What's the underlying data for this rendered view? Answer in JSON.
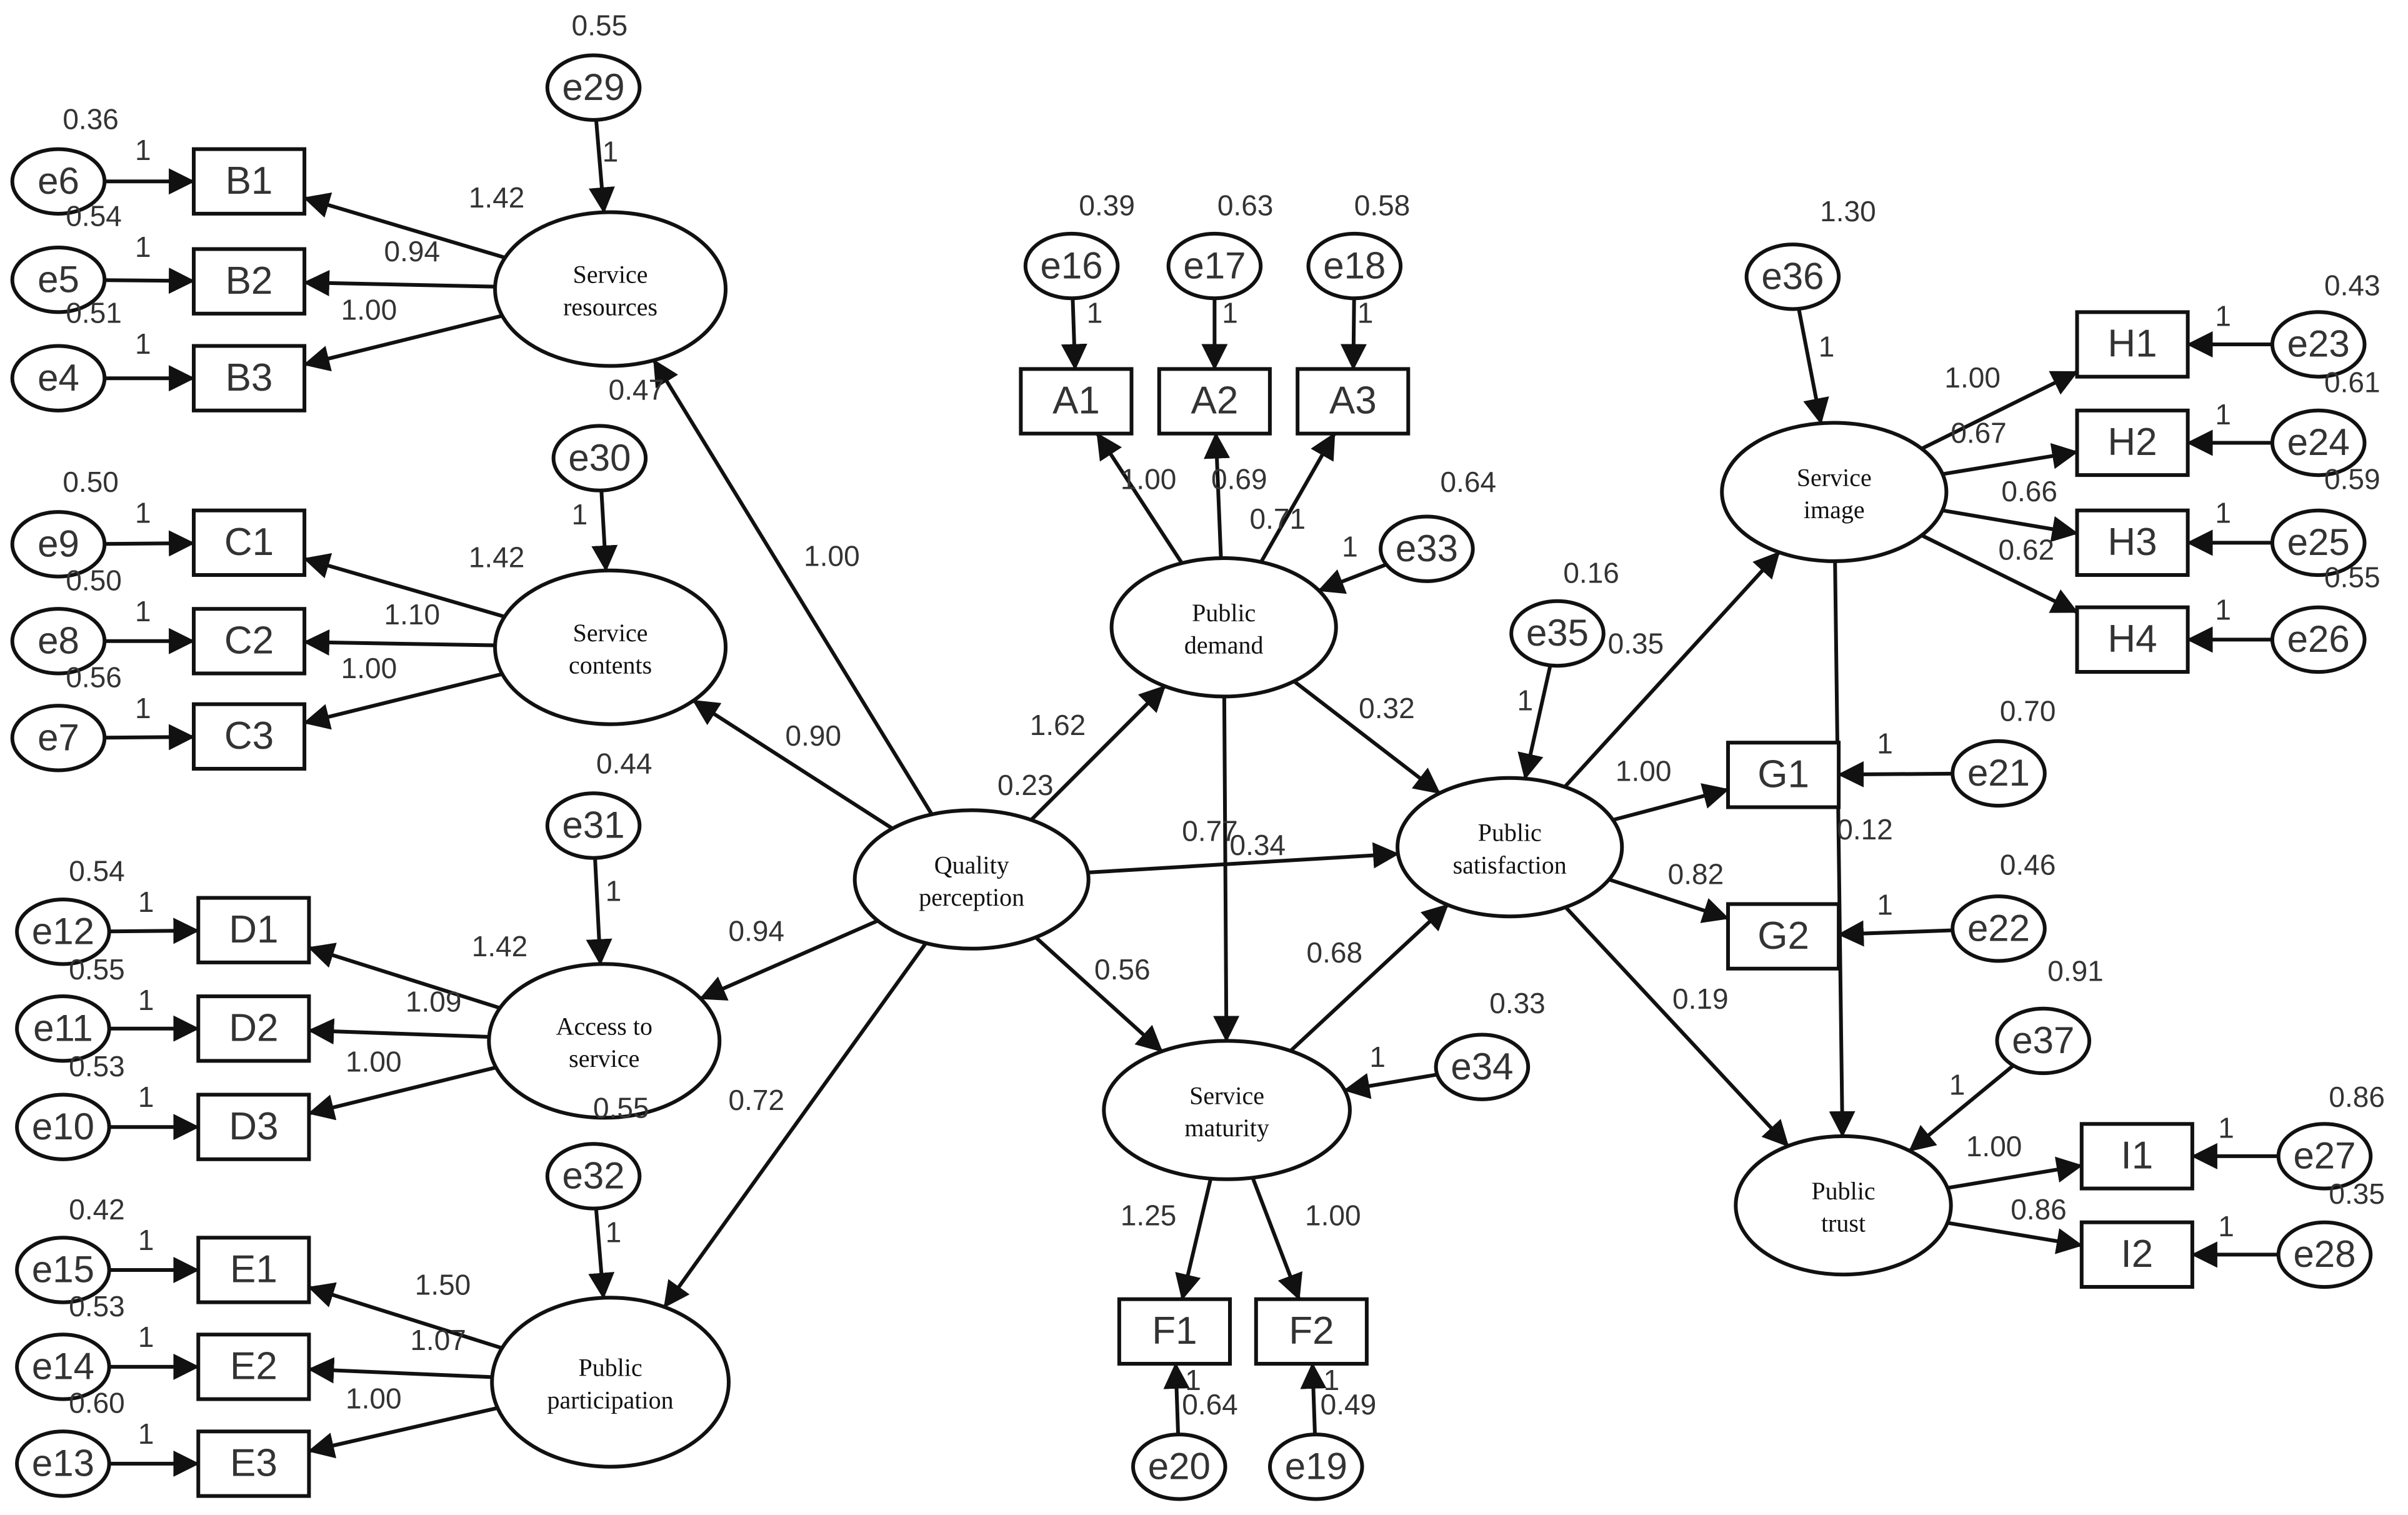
{
  "latent": {
    "service_resources": [
      "Service",
      "resources"
    ],
    "service_contents": [
      "Service",
      "contents"
    ],
    "access_to_service": [
      "Access to",
      "service"
    ],
    "public_participation": [
      "Public",
      "participation"
    ],
    "quality_perception": [
      "Quality",
      "perception"
    ],
    "public_demand": [
      "Public",
      "demand"
    ],
    "service_maturity": [
      "Service",
      "maturity"
    ],
    "public_satisfaction": [
      "Public",
      "satisfaction"
    ],
    "service_image": [
      "Service",
      "image"
    ],
    "public_trust": [
      "Public",
      "trust"
    ]
  },
  "observed": {
    "B1": "B1",
    "B2": "B2",
    "B3": "B3",
    "C1": "C1",
    "C2": "C2",
    "C3": "C3",
    "D1": "D1",
    "D2": "D2",
    "D3": "D3",
    "E1": "E1",
    "E2": "E2",
    "E3": "E3",
    "A1": "A1",
    "A2": "A2",
    "A3": "A3",
    "F1": "F1",
    "F2": "F2",
    "G1": "G1",
    "G2": "G2",
    "H1": "H1",
    "H2": "H2",
    "H3": "H3",
    "H4": "H4",
    "I1": "I1",
    "I2": "I2"
  },
  "errors": {
    "e4": "e4",
    "e5": "e5",
    "e6": "e6",
    "e7": "e7",
    "e8": "e8",
    "e9": "e9",
    "e10": "e10",
    "e11": "e11",
    "e12": "e12",
    "e13": "e13",
    "e14": "e14",
    "e15": "e15",
    "e16": "e16",
    "e17": "e17",
    "e18": "e18",
    "e19": "e19",
    "e20": "e20",
    "e21": "e21",
    "e22": "e22",
    "e23": "e23",
    "e24": "e24",
    "e25": "e25",
    "e26": "e26",
    "e27": "e27",
    "e28": "e28",
    "e29": "e29",
    "e30": "e30",
    "e31": "e31",
    "e32": "e32",
    "e33": "e33",
    "e34": "e34",
    "e35": "e35",
    "e36": "e36",
    "e37": "e37"
  },
  "variances": {
    "e29": "0.55",
    "e6": "0.36",
    "e5": "0.54",
    "e4": "0.51",
    "e30": "0.47",
    "e9": "0.50",
    "e8": "0.50",
    "e7": "0.56",
    "e31": "0.44",
    "e12": "0.54",
    "e11": "0.55",
    "e10": "0.53",
    "e32": "0.55",
    "e15": "0.42",
    "e14": "0.53",
    "e13": "0.60",
    "e16": "0.39",
    "e17": "0.63",
    "e18": "0.58",
    "e33": "0.64",
    "e34": "0.33",
    "e35": "0.16",
    "e20": "0.64",
    "e19": "0.49",
    "e36": "1.30",
    "e21": "0.70",
    "e22": "0.46",
    "e37": "0.91",
    "e23": "0.43",
    "e24": "0.61",
    "e25": "0.59",
    "e26": "0.55",
    "e27": "0.86",
    "e28": "0.35",
    "qp": "0.23"
  },
  "fixed_one": "1",
  "loadings": {
    "sr_b1": "1.42",
    "sr_b2": "0.94",
    "sr_b3": "1.00",
    "sc_c1": "1.42",
    "sc_c2": "1.10",
    "sc_c3": "1.00",
    "as_d1": "1.42",
    "as_d2": "1.09",
    "as_d3": "1.00",
    "pp_e1": "1.50",
    "pp_e2": "1.07",
    "pp_e3": "1.00",
    "pd_a1": "1.00",
    "pd_a2": "0.69",
    "pd_a3": "0.71",
    "sm_f1": "1.25",
    "sm_f2": "1.00",
    "ps_g1": "1.00",
    "ps_g2": "0.82",
    "si_h1": "1.00",
    "si_h2": "0.67",
    "si_h3": "0.66",
    "si_h4": "0.62",
    "pt_i1": "1.00",
    "pt_i2": "0.86"
  },
  "paths": {
    "qp_sr": "1.00",
    "qp_sc": "0.90",
    "qp_as": "0.94",
    "qp_pp": "0.72",
    "qp_pd": "1.62",
    "qp_ps": "0.34",
    "qp_sm": "0.56",
    "pd_ps": "0.32",
    "pd_sm": "0.77",
    "sm_ps": "0.68",
    "ps_si": "0.35",
    "ps_pt": "0.19",
    "si_pt": "0.12"
  }
}
